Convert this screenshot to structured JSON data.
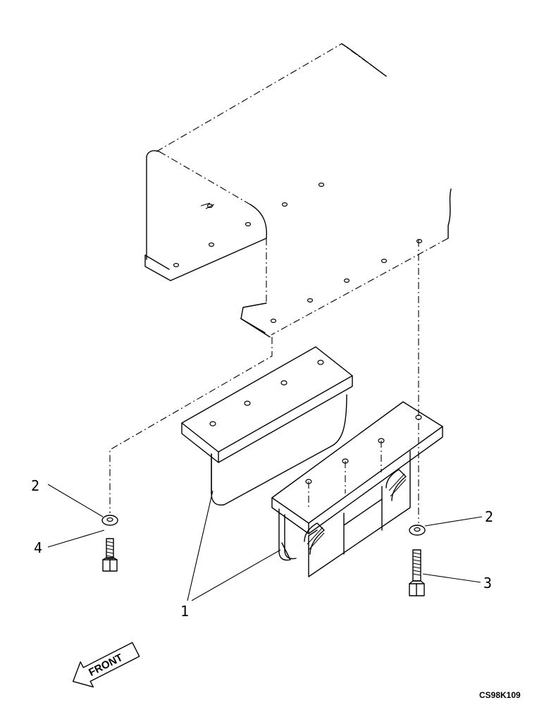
{
  "diagram": {
    "callouts": [
      {
        "id": "callout-1",
        "label": "1"
      },
      {
        "id": "callout-2-left",
        "label": "2"
      },
      {
        "id": "callout-2-right",
        "label": "2"
      },
      {
        "id": "callout-3",
        "label": "3"
      },
      {
        "id": "callout-4",
        "label": "4"
      }
    ],
    "front_arrow_label": "FRONT",
    "drawing_code": "CS98K109"
  }
}
